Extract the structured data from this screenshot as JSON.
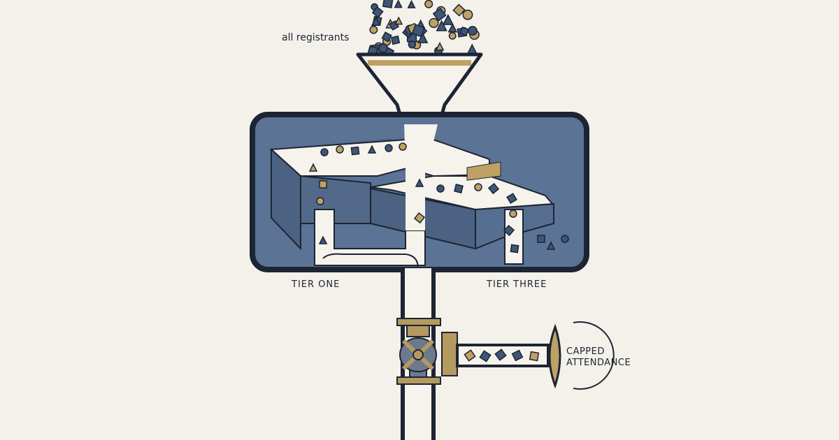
{
  "labels": {
    "source": "all registrants",
    "tier_one": "TIER ONE",
    "tier_three": "TIER THREE",
    "outlet_line1": "CAPPED",
    "outlet_line2": "ATTENDANCE"
  },
  "colors": {
    "background": "#f3f1ea",
    "ink": "#1d2433",
    "tank_fill": "#5b7394",
    "tank_fill_dark": "#4f6687",
    "channel": "#f5f3ec",
    "particle_blue": "#3f5577",
    "particle_gold": "#bfa163",
    "valve_gold": "#b49a5f",
    "valve_gray": "#6d7a8d"
  },
  "icons": [
    "funnel-icon",
    "tank-icon",
    "valve-handwheel-icon",
    "outlet-pipe-icon",
    "lens-icon",
    "flow-arrow-icon"
  ]
}
